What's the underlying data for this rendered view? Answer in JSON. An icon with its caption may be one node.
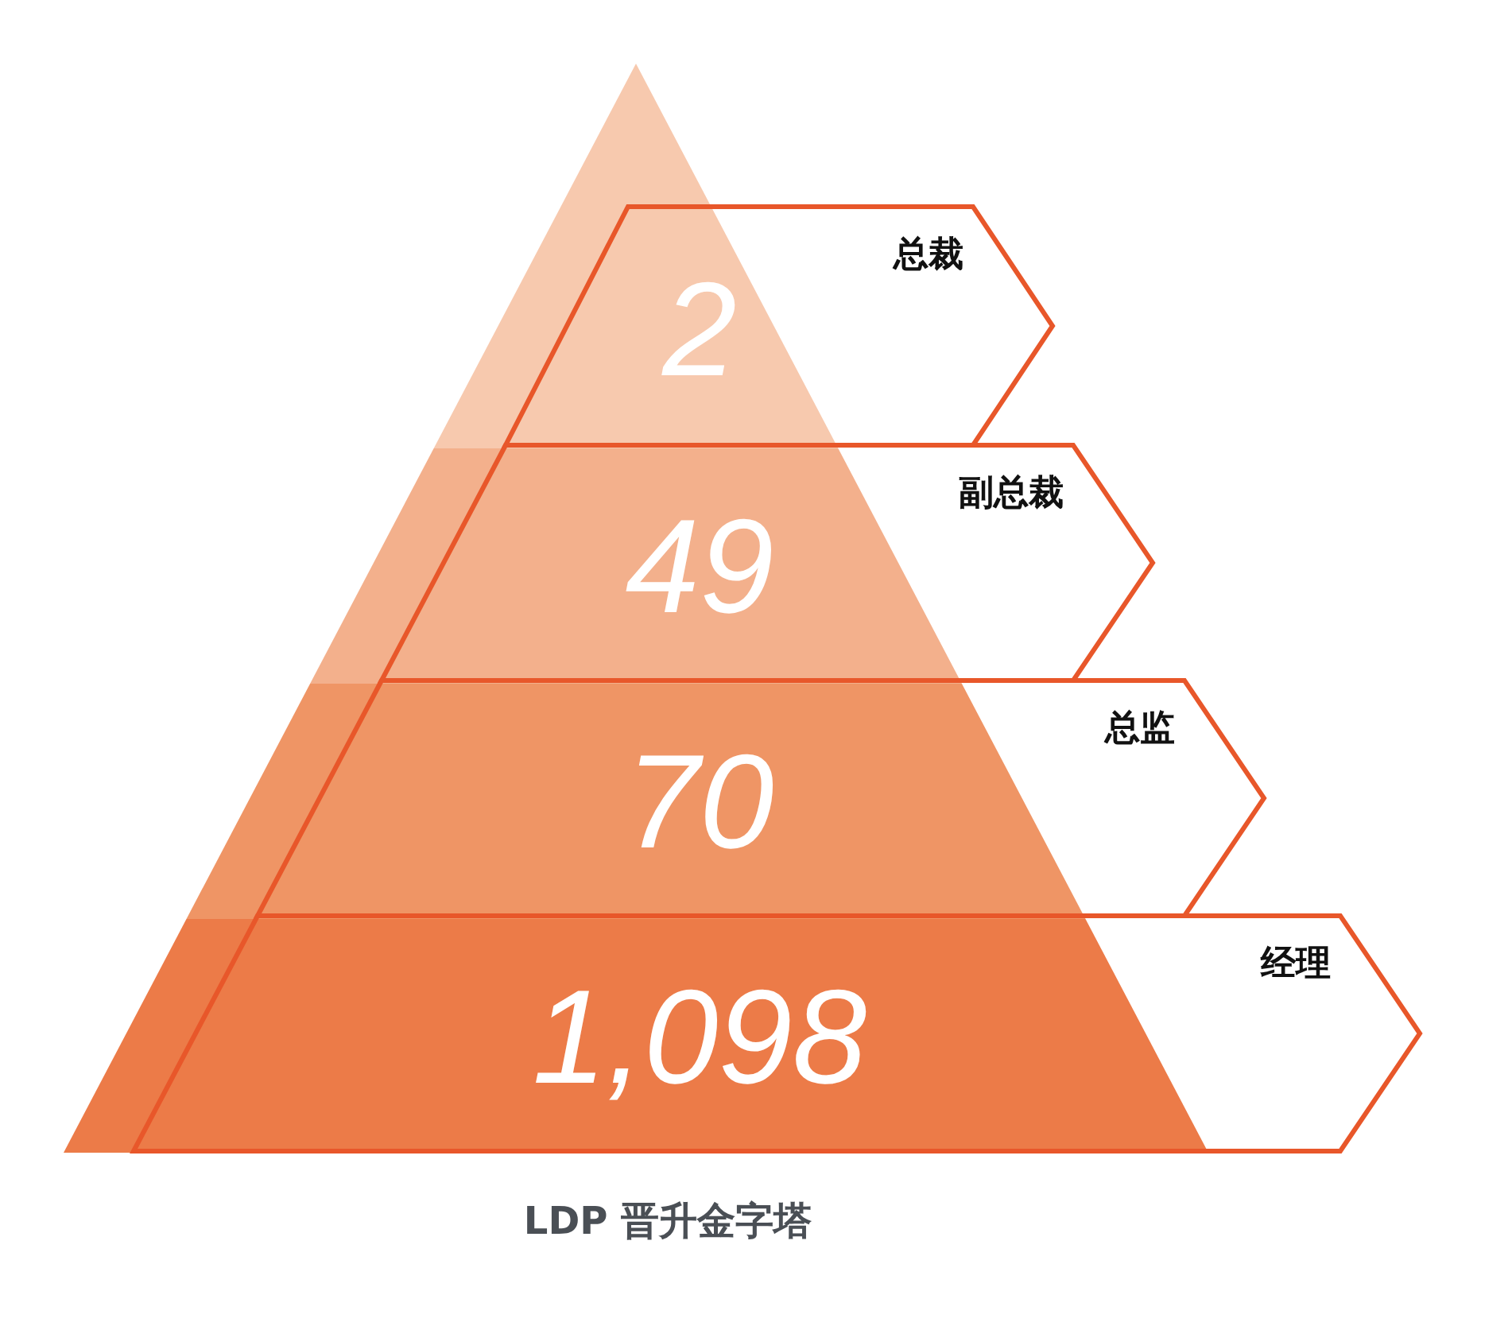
{
  "diagram": {
    "caption": "LDP 晋升金字塔",
    "nodes": [
      {
        "text": [
          "总裁",
          "2"
        ]
      },
      {
        "text": [
          "副总裁",
          "49"
        ]
      },
      {
        "text": [
          "总监",
          "70"
        ]
      },
      {
        "text": [
          "经理",
          "1,098"
        ]
      }
    ]
  }
}
